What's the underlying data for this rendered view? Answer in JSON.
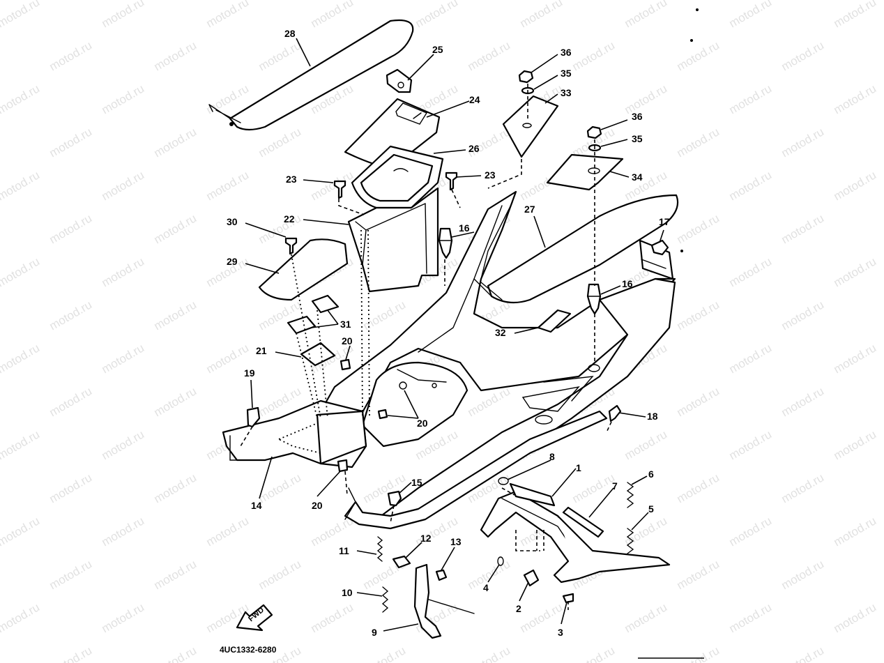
{
  "diagram": {
    "code": "4UC1332-6280",
    "watermark": "motod.ru",
    "fwd_label": "FWD",
    "labels": [
      "1",
      "2",
      "3",
      "4",
      "5",
      "6",
      "7",
      "8",
      "9",
      "10",
      "11",
      "12",
      "13",
      "14",
      "15",
      "16",
      "16",
      "17",
      "18",
      "19",
      "20",
      "20",
      "20",
      "20",
      "21",
      "22",
      "23",
      "23",
      "24",
      "25",
      "26",
      "27",
      "28",
      "29",
      "30",
      "31",
      "32",
      "33",
      "34",
      "35",
      "35",
      "36",
      "36"
    ]
  }
}
